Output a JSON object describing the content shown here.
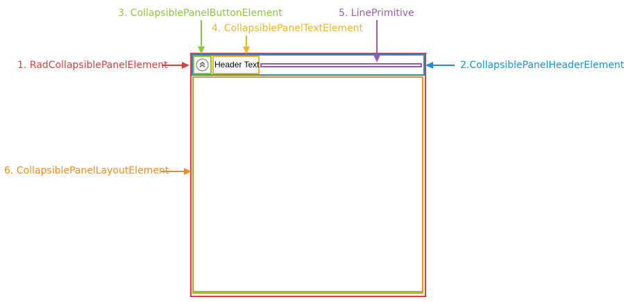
{
  "annotations": {
    "rad_panel_element": {
      "label": "1. RadCollapsiblePanelElement",
      "color": "#e03c3c"
    },
    "header_element": {
      "label": "2.CollapsiblePanelHeaderElement",
      "color": "#1a8fd8"
    },
    "button_element": {
      "label": "3. CollapsiblePanelButtonElement",
      "color": "#8cc63f"
    },
    "text_element": {
      "label": "4. CollapsiblePanelTextElement",
      "color": "#f0b429"
    },
    "line_primitive": {
      "label": "5. LinePrimitive",
      "color": "#9b59b6"
    },
    "layout_element": {
      "label": "6. CollapsiblePanelLayoutElement",
      "color": "#f08c1e"
    }
  },
  "panel": {
    "header_text": "Header Text",
    "button_icon": "double-chevron-up-icon"
  }
}
